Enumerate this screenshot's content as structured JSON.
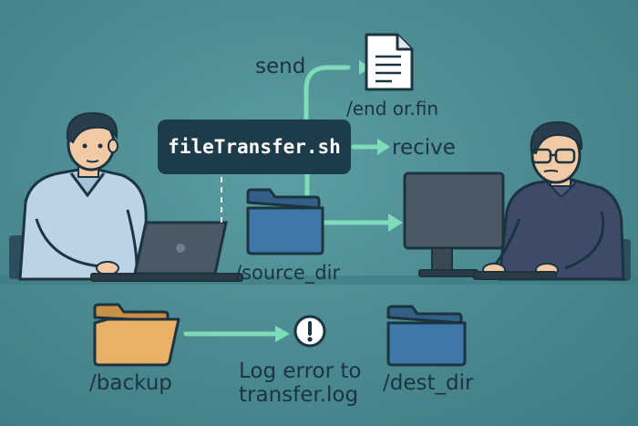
{
  "script": {
    "name": "fileTransfer.sh"
  },
  "labels": {
    "send": "send",
    "receive": "recive",
    "end_file": "/end or.fin",
    "source_dir": "/source_dir",
    "backup": "/backup",
    "dest_dir": "/dest_dir",
    "log_error_line1": "Log error to",
    "log_error_line2": "transfer.log"
  },
  "icons": {
    "document": "document-icon",
    "source_folder": "folder-icon",
    "backup_folder": "folder-icon",
    "dest_folder": "folder-icon",
    "error": "exclamation-icon"
  },
  "colors": {
    "background": "#4f8f95",
    "arrow": "#7fdcb9",
    "script_box": "#1d3b48",
    "text": "#1c3340",
    "folder_blue": "#3f78a8",
    "folder_orange": "#e9b066"
  }
}
